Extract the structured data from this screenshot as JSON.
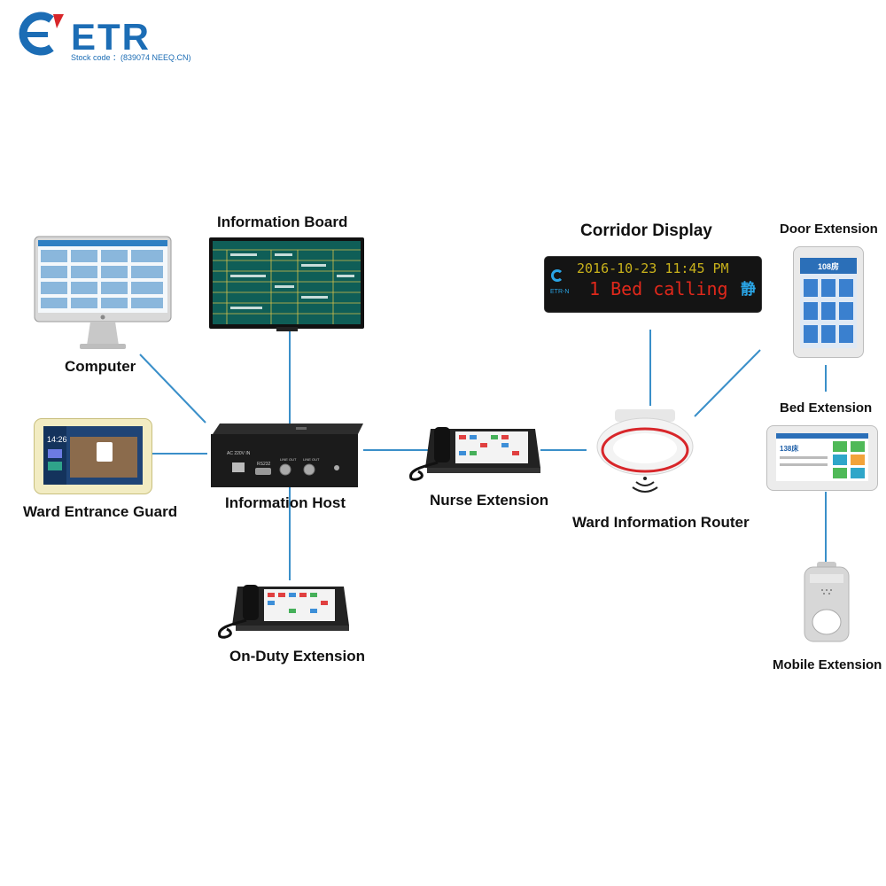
{
  "logo": {
    "brand": "ETR",
    "stock_code": "Stock code ：(839074 NEEQ.CN)"
  },
  "devices": {
    "computer": "Computer",
    "information_board": "Information Board",
    "information_host": "Information Host",
    "ward_entrance_guard": "Ward Entrance Guard",
    "on_duty_extension": "On-Duty Extension",
    "nurse_extension": "Nurse Extension",
    "corridor_display": "Corridor Display",
    "ward_information_router": "Ward Information Router",
    "door_extension": "Door Extension",
    "bed_extension": "Bed Extension",
    "mobile_extension": "Mobile Extension"
  },
  "corridor_led": {
    "line1": "2016-10-23  11:45 PM",
    "line2": "1 Bed calling",
    "side_glyph": "静",
    "brand": "ETR-N"
  },
  "host_panel": {
    "power": "AC 220V IN",
    "port": "RS232",
    "line_out_1": "LINE OUT",
    "line_out_2": "LINE OUT"
  },
  "guard_screen": {
    "time": "14:26"
  },
  "door_screen": {
    "room": "108房"
  },
  "bed_screen": {
    "bed": "138床"
  },
  "colors": {
    "wire": "#3a8fc9",
    "brand": "#1c6db5",
    "accent_red": "#d8262a"
  }
}
